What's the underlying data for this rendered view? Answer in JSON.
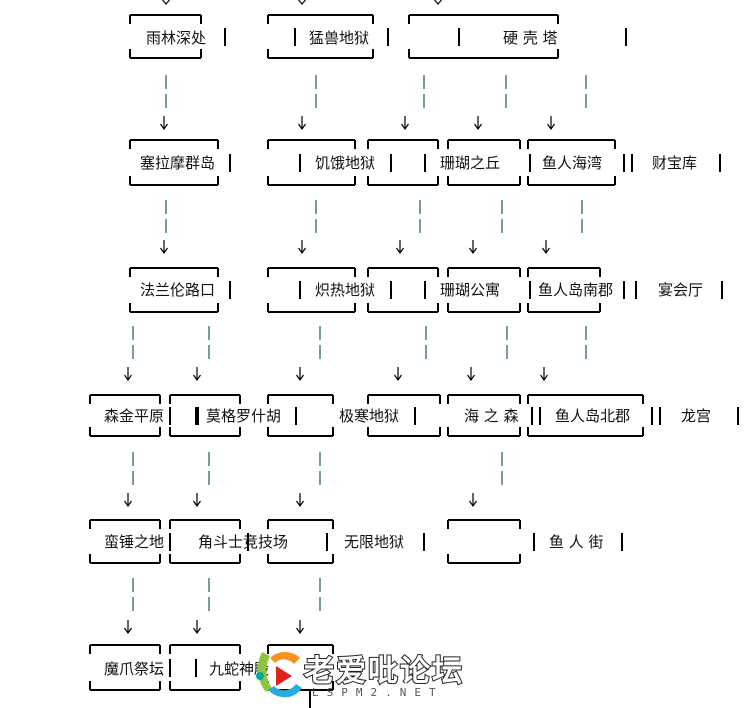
{
  "diagram": {
    "rows": [
      {
        "id": "r1",
        "nodes": [
          {
            "id": "r1-a",
            "label": "雨林深处"
          },
          {
            "id": "r1-b",
            "label": "猛兽地狱"
          },
          {
            "id": "r1-c",
            "label": "硬  壳  塔"
          }
        ]
      },
      {
        "id": "r2",
        "nodes": [
          {
            "id": "r2-a",
            "label": "塞拉摩群岛"
          },
          {
            "id": "r2-b",
            "label": "饥饿地狱"
          },
          {
            "id": "r2-c",
            "label": "珊瑚之丘"
          },
          {
            "id": "r2-d",
            "label": "鱼人海湾"
          },
          {
            "id": "r2-e",
            "label": "财宝库"
          }
        ]
      },
      {
        "id": "r3",
        "nodes": [
          {
            "id": "r3-a",
            "label": "法兰伦路口"
          },
          {
            "id": "r3-b",
            "label": "炽热地狱"
          },
          {
            "id": "r3-c",
            "label": "珊瑚公寓"
          },
          {
            "id": "r3-d",
            "label": "鱼人岛南郡"
          },
          {
            "id": "r3-e",
            "label": "宴会厅"
          }
        ]
      },
      {
        "id": "r4",
        "nodes": [
          {
            "id": "r4-a",
            "label": "森金平原"
          },
          {
            "id": "r4-b",
            "label": "莫格罗什胡"
          },
          {
            "id": "r4-c",
            "label": "极寒地狱"
          },
          {
            "id": "r4-d",
            "label": "海 之 森"
          },
          {
            "id": "r4-e",
            "label": "鱼人岛北郡"
          },
          {
            "id": "r4-f",
            "label": "龙宫"
          }
        ]
      },
      {
        "id": "r5",
        "nodes": [
          {
            "id": "r5-a",
            "label": "蛮锤之地"
          },
          {
            "id": "r5-b",
            "label": "角斗士竞技场"
          },
          {
            "id": "r5-c",
            "label": "无限地狱"
          },
          {
            "id": "r5-d",
            "label": "鱼 人 街"
          }
        ]
      },
      {
        "id": "r6",
        "nodes": [
          {
            "id": "r6-a",
            "label": "魔爪祭坛"
          },
          {
            "id": "r6-b",
            "label": "九蛇神殿"
          }
        ]
      }
    ]
  },
  "watermark": {
    "title": "老爱吡论坛",
    "url": "LSPM2.NET"
  },
  "colors": {
    "line": "#000000",
    "dash": "#2a6e46",
    "text": "#111111"
  }
}
